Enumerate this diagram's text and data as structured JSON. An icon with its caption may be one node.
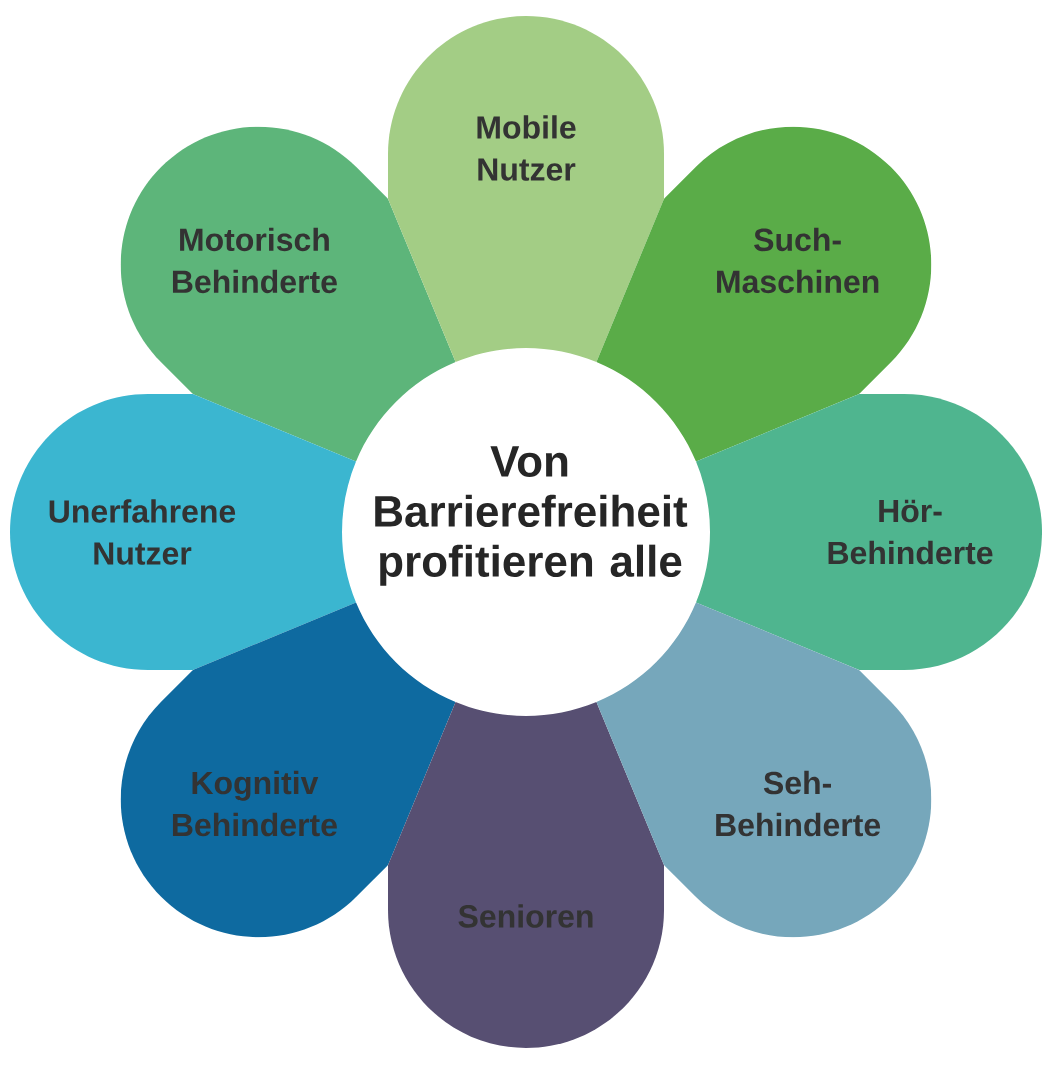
{
  "diagram": {
    "nodes": [
      {
        "text": [
          "Von Barrierefreiheit profitieren alle"
        ]
      },
      {
        "text": [
          "Mobile Nutzer"
        ]
      },
      {
        "text": [
          "Such-Maschinen"
        ]
      },
      {
        "text": [
          "Hör-Behinderte"
        ]
      },
      {
        "text": [
          "Seh-Behinderte"
        ]
      },
      {
        "text": [
          "Senioren"
        ]
      },
      {
        "text": [
          "Kognitiv Behinderte"
        ]
      },
      {
        "text": [
          "Unerfahrene Nutzer"
        ]
      },
      {
        "text": [
          "Motorisch Behinderte"
        ]
      }
    ]
  }
}
